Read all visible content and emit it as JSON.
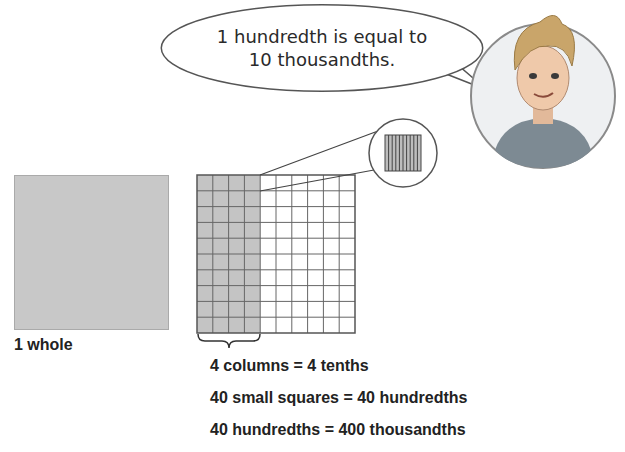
{
  "diagram": {
    "nodes": [
      {
        "text": [
          "1 hundredth is equal to 10 thousandths."
        ]
      },
      {
        "text": [
          "1 whole"
        ]
      }
    ],
    "labels": [
      "4 columns = 4 tenths",
      "40 small squares = 40 hundredths",
      "40 hundredths = 400 thousandths"
    ]
  }
}
